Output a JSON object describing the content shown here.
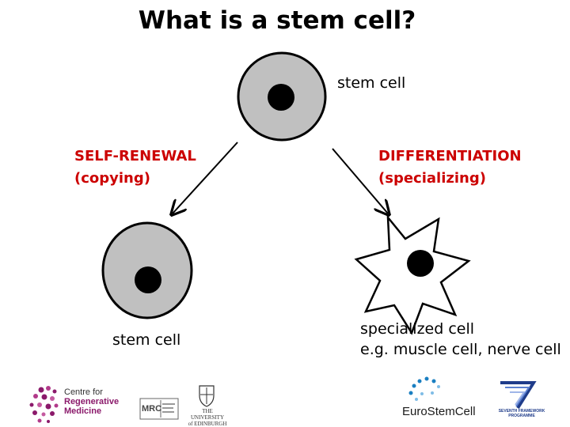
{
  "title": "What is a stem cell?",
  "top_cell": {
    "label": "stem cell"
  },
  "left_branch": {
    "line1": "SELF-RENEWAL",
    "line2": "(copying)"
  },
  "right_branch": {
    "line1": "DIFFERENTIATION",
    "line2": "(specializing)"
  },
  "bottom_left_cell": {
    "label": "stem cell"
  },
  "bottom_right_cell": {
    "line1": "specialized cell",
    "line2": "e.g. muscle cell, nerve cell"
  },
  "logos": {
    "crm": {
      "line1": "Centre for",
      "line2": "Regenerative",
      "line3": "Medicine"
    },
    "mrc": {
      "text": "MRC"
    },
    "edinburgh": {
      "line1": "THE UNIVERSITY",
      "line2": "of EDINBURGH"
    },
    "eurostemcell": {
      "text": "EuroStemCell"
    },
    "fp7": {
      "text": "SEVENTH FRAMEWORK PROGRAMME"
    }
  },
  "colors": {
    "cell_fill": "#c0c0c0",
    "nucleus": "#000000",
    "accent_red": "#cc0000",
    "crm_purple": "#8b1a6b",
    "euro_blue": "#1a7fc1",
    "fp7_blue": "#1f3c8a"
  }
}
